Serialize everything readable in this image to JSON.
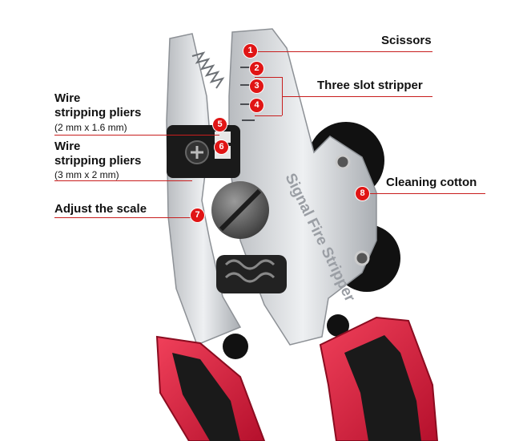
{
  "product_engraving": "Signal Fire Stripper",
  "callouts": {
    "scissors": {
      "num": "1",
      "label": "Scissors"
    },
    "slot_2": {
      "num": "2"
    },
    "slot_3": {
      "num": "3"
    },
    "slot_4": {
      "num": "4"
    },
    "three_slot": {
      "label": "Three slot stripper"
    },
    "pliers_small": {
      "num": "5",
      "title1": "Wire",
      "title2": "stripping pliers",
      "size": "(2 mm x 1.6 mm)"
    },
    "pliers_large": {
      "num": "6",
      "title1": "Wire",
      "title2": "stripping pliers",
      "size": "(3 mm x 2 mm)"
    },
    "adjust": {
      "num": "7",
      "label": "Adjust the scale"
    },
    "cleaning": {
      "num": "8",
      "label": "Cleaning cotton"
    }
  },
  "colors": {
    "accent": "#e01515",
    "line": "#c81e1e",
    "handle": "#d8173a",
    "steel": "#cfd2d6"
  }
}
